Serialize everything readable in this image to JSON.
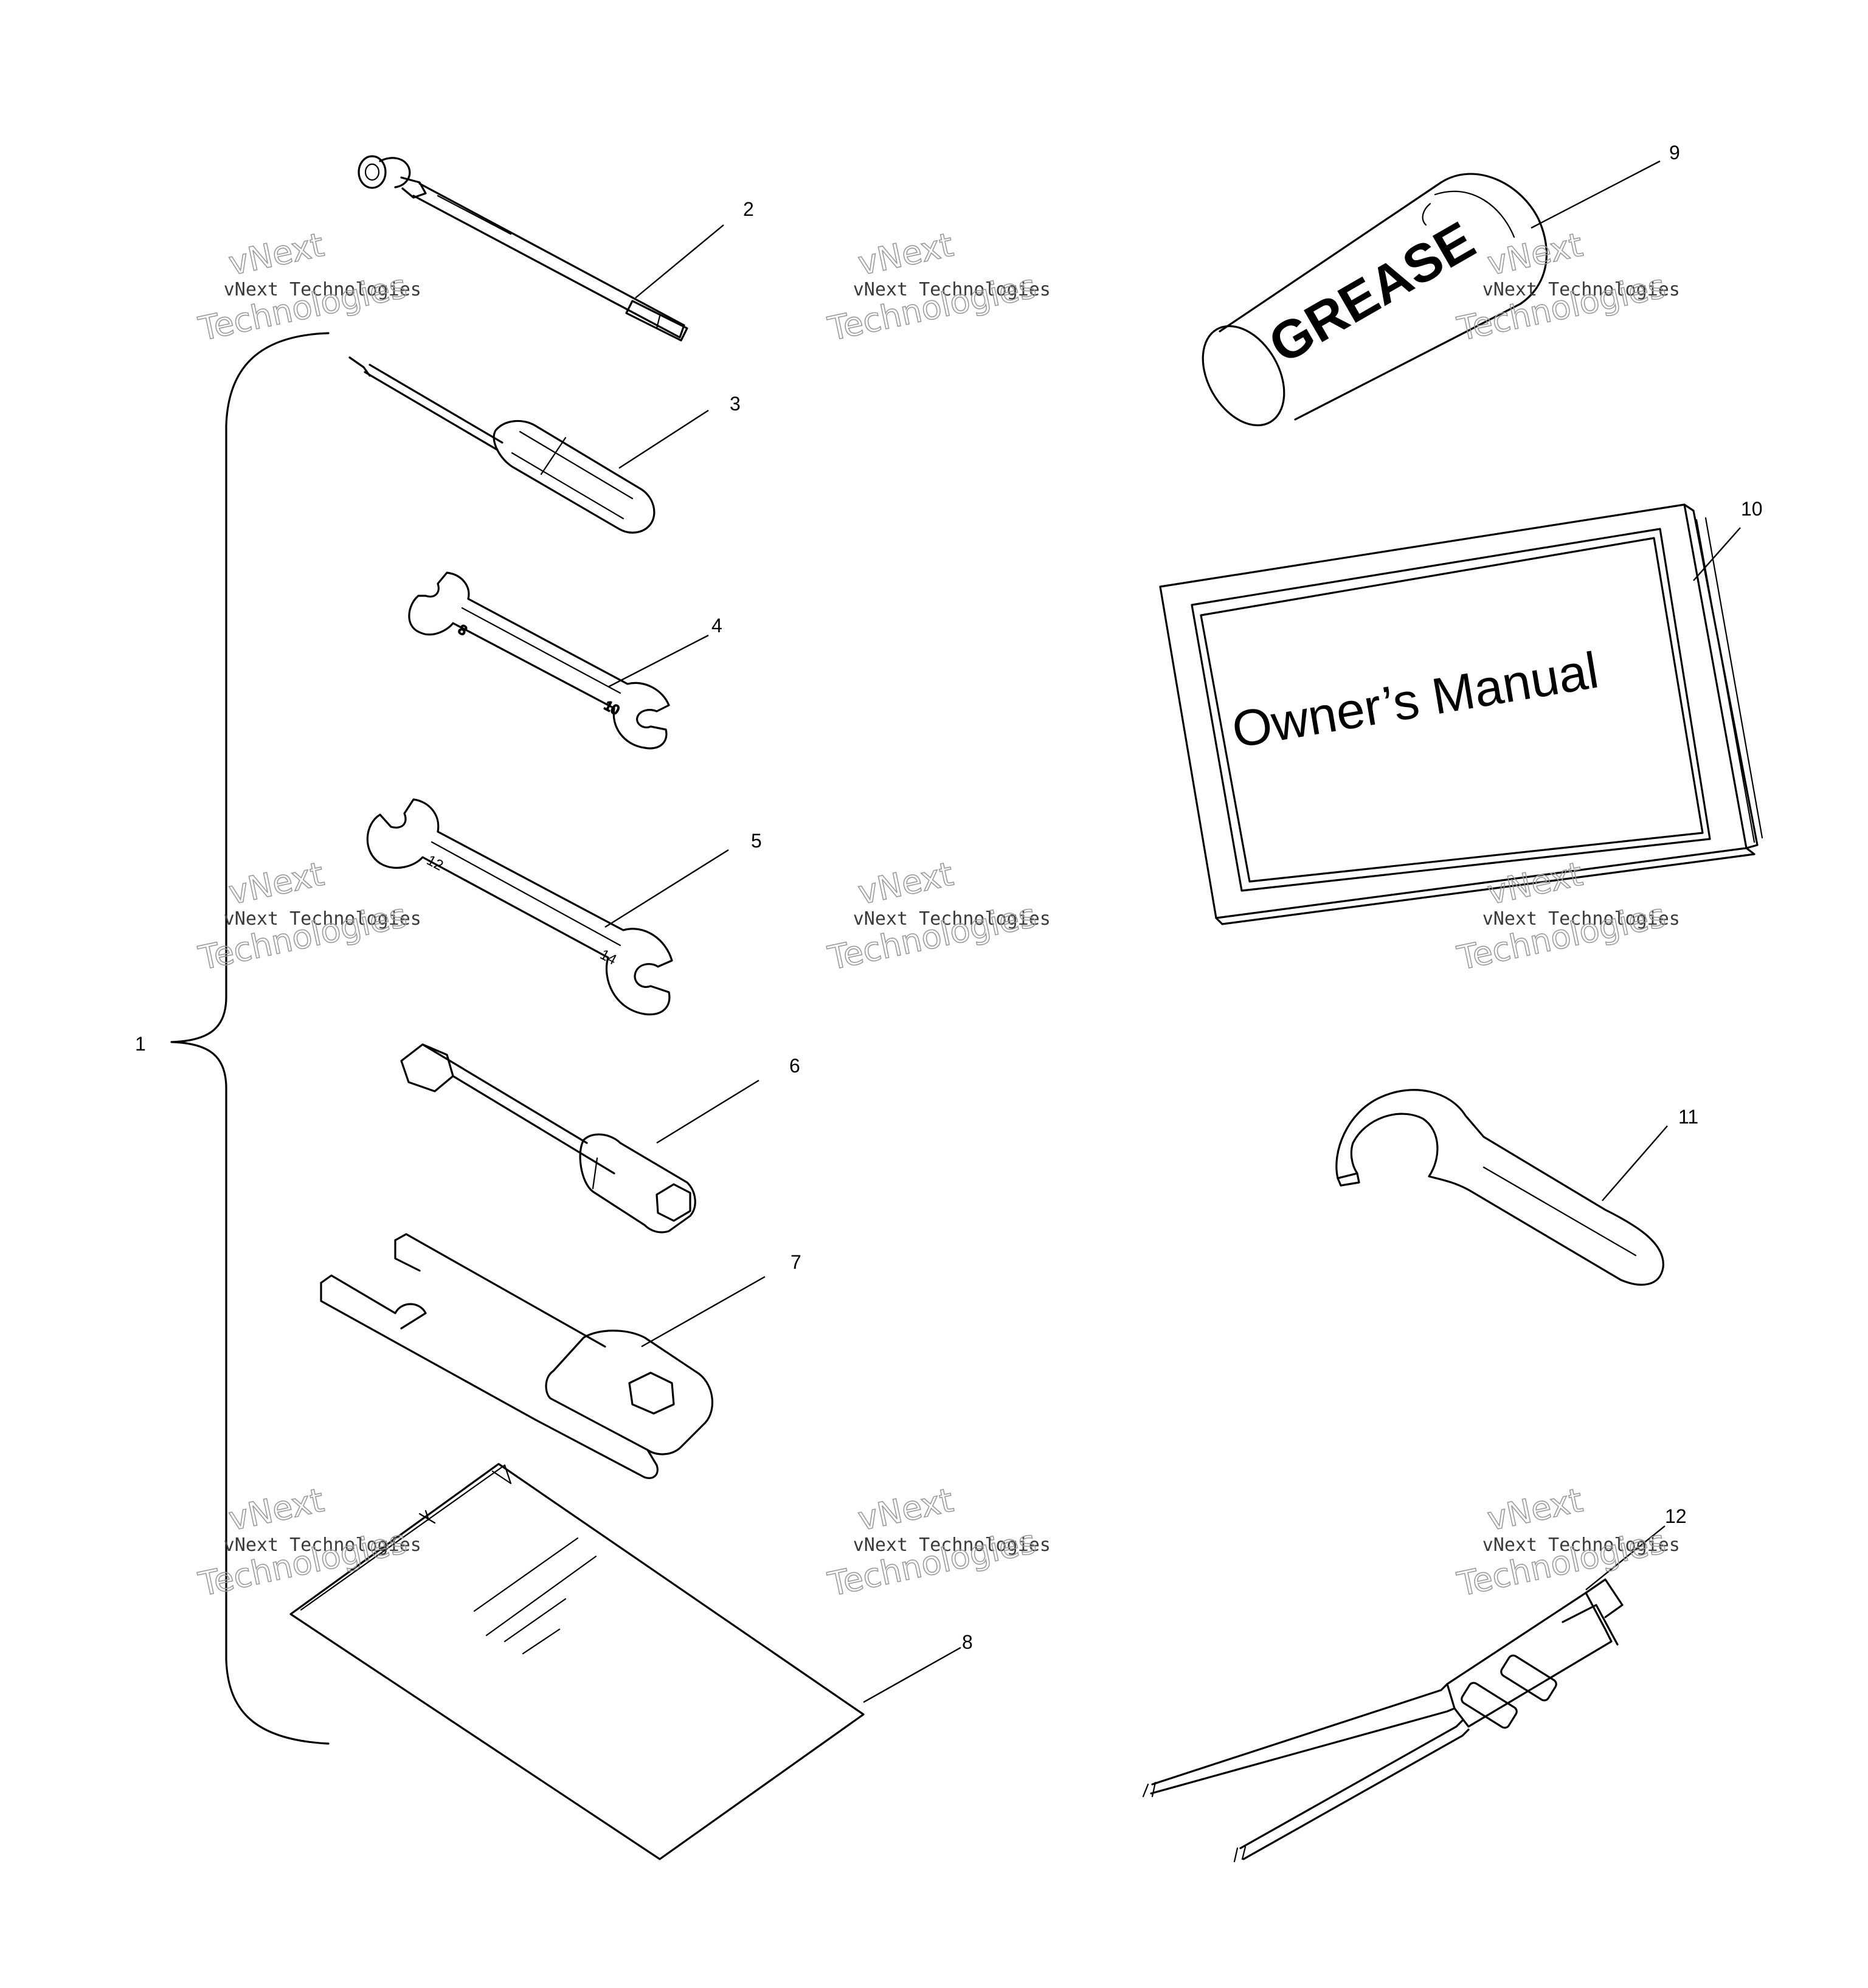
{
  "diagram": {
    "callouts": [
      "1",
      "2",
      "3",
      "4",
      "5",
      "6",
      "7",
      "8",
      "9",
      "10",
      "11",
      "12"
    ],
    "grease_label": "GREASE",
    "manual_label": "Owner’s Manual",
    "wrench_4_marks": [
      "8",
      "10"
    ],
    "wrench_5_marks": [
      "12",
      "14"
    ]
  },
  "watermark": {
    "line1": "vNext",
    "line2": "vNext Technologies",
    "line3": "Technologies"
  }
}
